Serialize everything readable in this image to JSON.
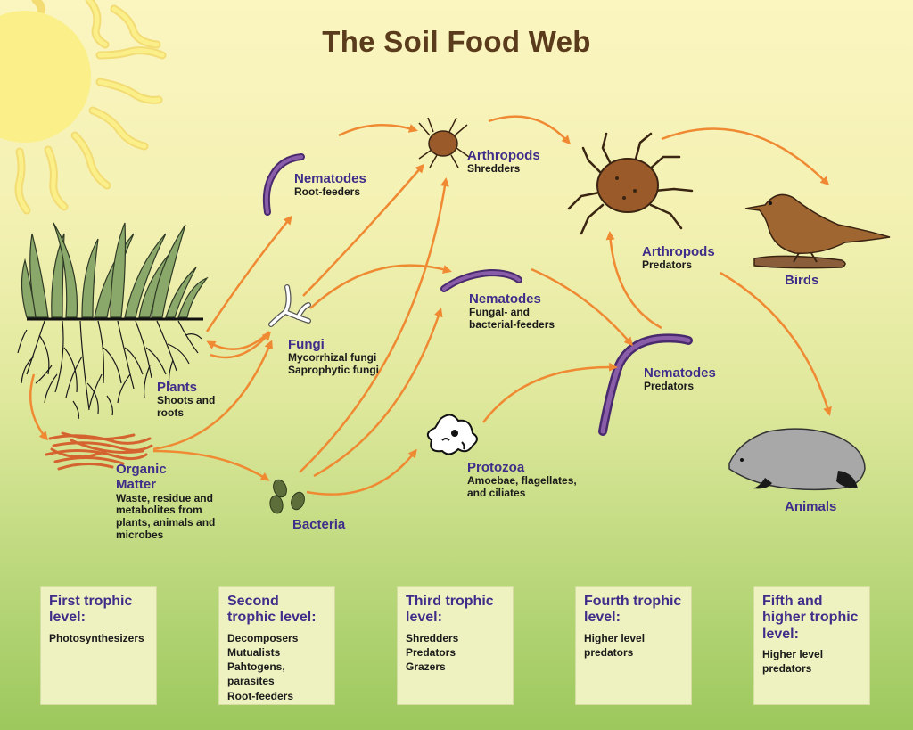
{
  "title": "The Soil Food Web",
  "organisms": {
    "plants": {
      "name": "Plants",
      "sub": "Shoots and\nroots"
    },
    "organic_matter": {
      "name": "Organic\nMatter",
      "sub": "Waste, residue and\nmetabolites from\nplants, animals and\nmicrobes"
    },
    "nematodes_root": {
      "name": "Nematodes",
      "sub": "Root-feeders"
    },
    "fungi": {
      "name": "Fungi",
      "sub": "Mycorrhizal fungi\nSaprophytic fungi"
    },
    "bacteria": {
      "name": "Bacteria",
      "sub": ""
    },
    "arthropods_shredders": {
      "name": "Arthropods",
      "sub": "Shredders"
    },
    "nematodes_fungal": {
      "name": "Nematodes",
      "sub": "Fungal- and\nbacterial-feeders"
    },
    "protozoa": {
      "name": "Protozoa",
      "sub": "Amoebae, flagellates,\nand ciliates"
    },
    "arthropods_predators": {
      "name": "Arthropods",
      "sub": "Predators"
    },
    "nematodes_predators": {
      "name": "Nematodes",
      "sub": "Predators"
    },
    "birds": {
      "name": "Birds",
      "sub": ""
    },
    "animals": {
      "name": "Animals",
      "sub": ""
    }
  },
  "levels": [
    {
      "title": "First trophic\nlevel:",
      "desc": "Photosynthesizers"
    },
    {
      "title": "Second\ntrophic level:",
      "desc": "Decomposers\nMutualists\nPahtogens, parasites\nRoot-feeders"
    },
    {
      "title": "Third trophic\nlevel:",
      "desc": "Shredders\nPredators\nGrazers"
    },
    {
      "title": "Fourth trophic\nlevel:",
      "desc": "Higher level\npredators"
    },
    {
      "title": "Fifth and\nhigher trophic\nlevel:",
      "desc": "Higher level\npredators"
    }
  ],
  "colors": {
    "arrow": "#ef8a33",
    "label_name": "#3f2d8a",
    "title": "#5a3b1c",
    "sun": "#fbef8a",
    "level_box": "#eef2c0"
  },
  "icons": [
    "sun-icon",
    "grass-roots-icon",
    "organic-matter-icon",
    "nematode-icon",
    "fungi-icon",
    "bacteria-icon",
    "mite-icon",
    "protozoa-icon",
    "bird-icon",
    "mole-icon"
  ]
}
